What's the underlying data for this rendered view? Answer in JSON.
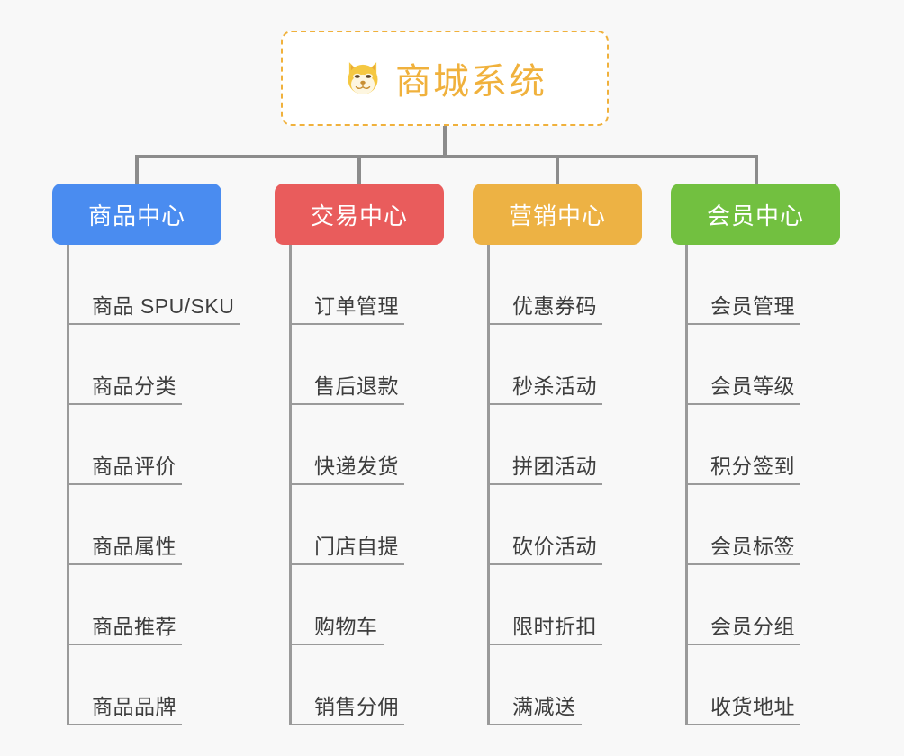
{
  "page": {
    "background_color": "#f8f8f8",
    "line_color": "#8c8c8c",
    "leaf_line_color": "#9a9a9a"
  },
  "root": {
    "title": "商城系统",
    "icon": "shiba-inu-dog-face-icon",
    "emoji": "🐕",
    "border_color": "#f0b13c",
    "text_color": "#f0b13c",
    "background_color": "#ffffff"
  },
  "branches": [
    {
      "id": "product-center",
      "label": "商品中心",
      "color": "#4a8cf0",
      "items": [
        "商品 SPU/SKU",
        "商品分类",
        "商品评价",
        "商品属性",
        "商品推荐",
        "商品品牌"
      ]
    },
    {
      "id": "trade-center",
      "label": "交易中心",
      "color": "#e95c5c",
      "items": [
        "订单管理",
        "售后退款",
        "快递发货",
        "门店自提",
        "购物车",
        "销售分佣"
      ]
    },
    {
      "id": "marketing-center",
      "label": "营销中心",
      "color": "#edb244",
      "items": [
        "优惠券码",
        "秒杀活动",
        "拼团活动",
        "砍价活动",
        "限时折扣",
        "满减送"
      ]
    },
    {
      "id": "member-center",
      "label": "会员中心",
      "color": "#72c040",
      "items": [
        "会员管理",
        "会员等级",
        "积分签到",
        "会员标签",
        "会员分组",
        "收货地址"
      ]
    }
  ]
}
